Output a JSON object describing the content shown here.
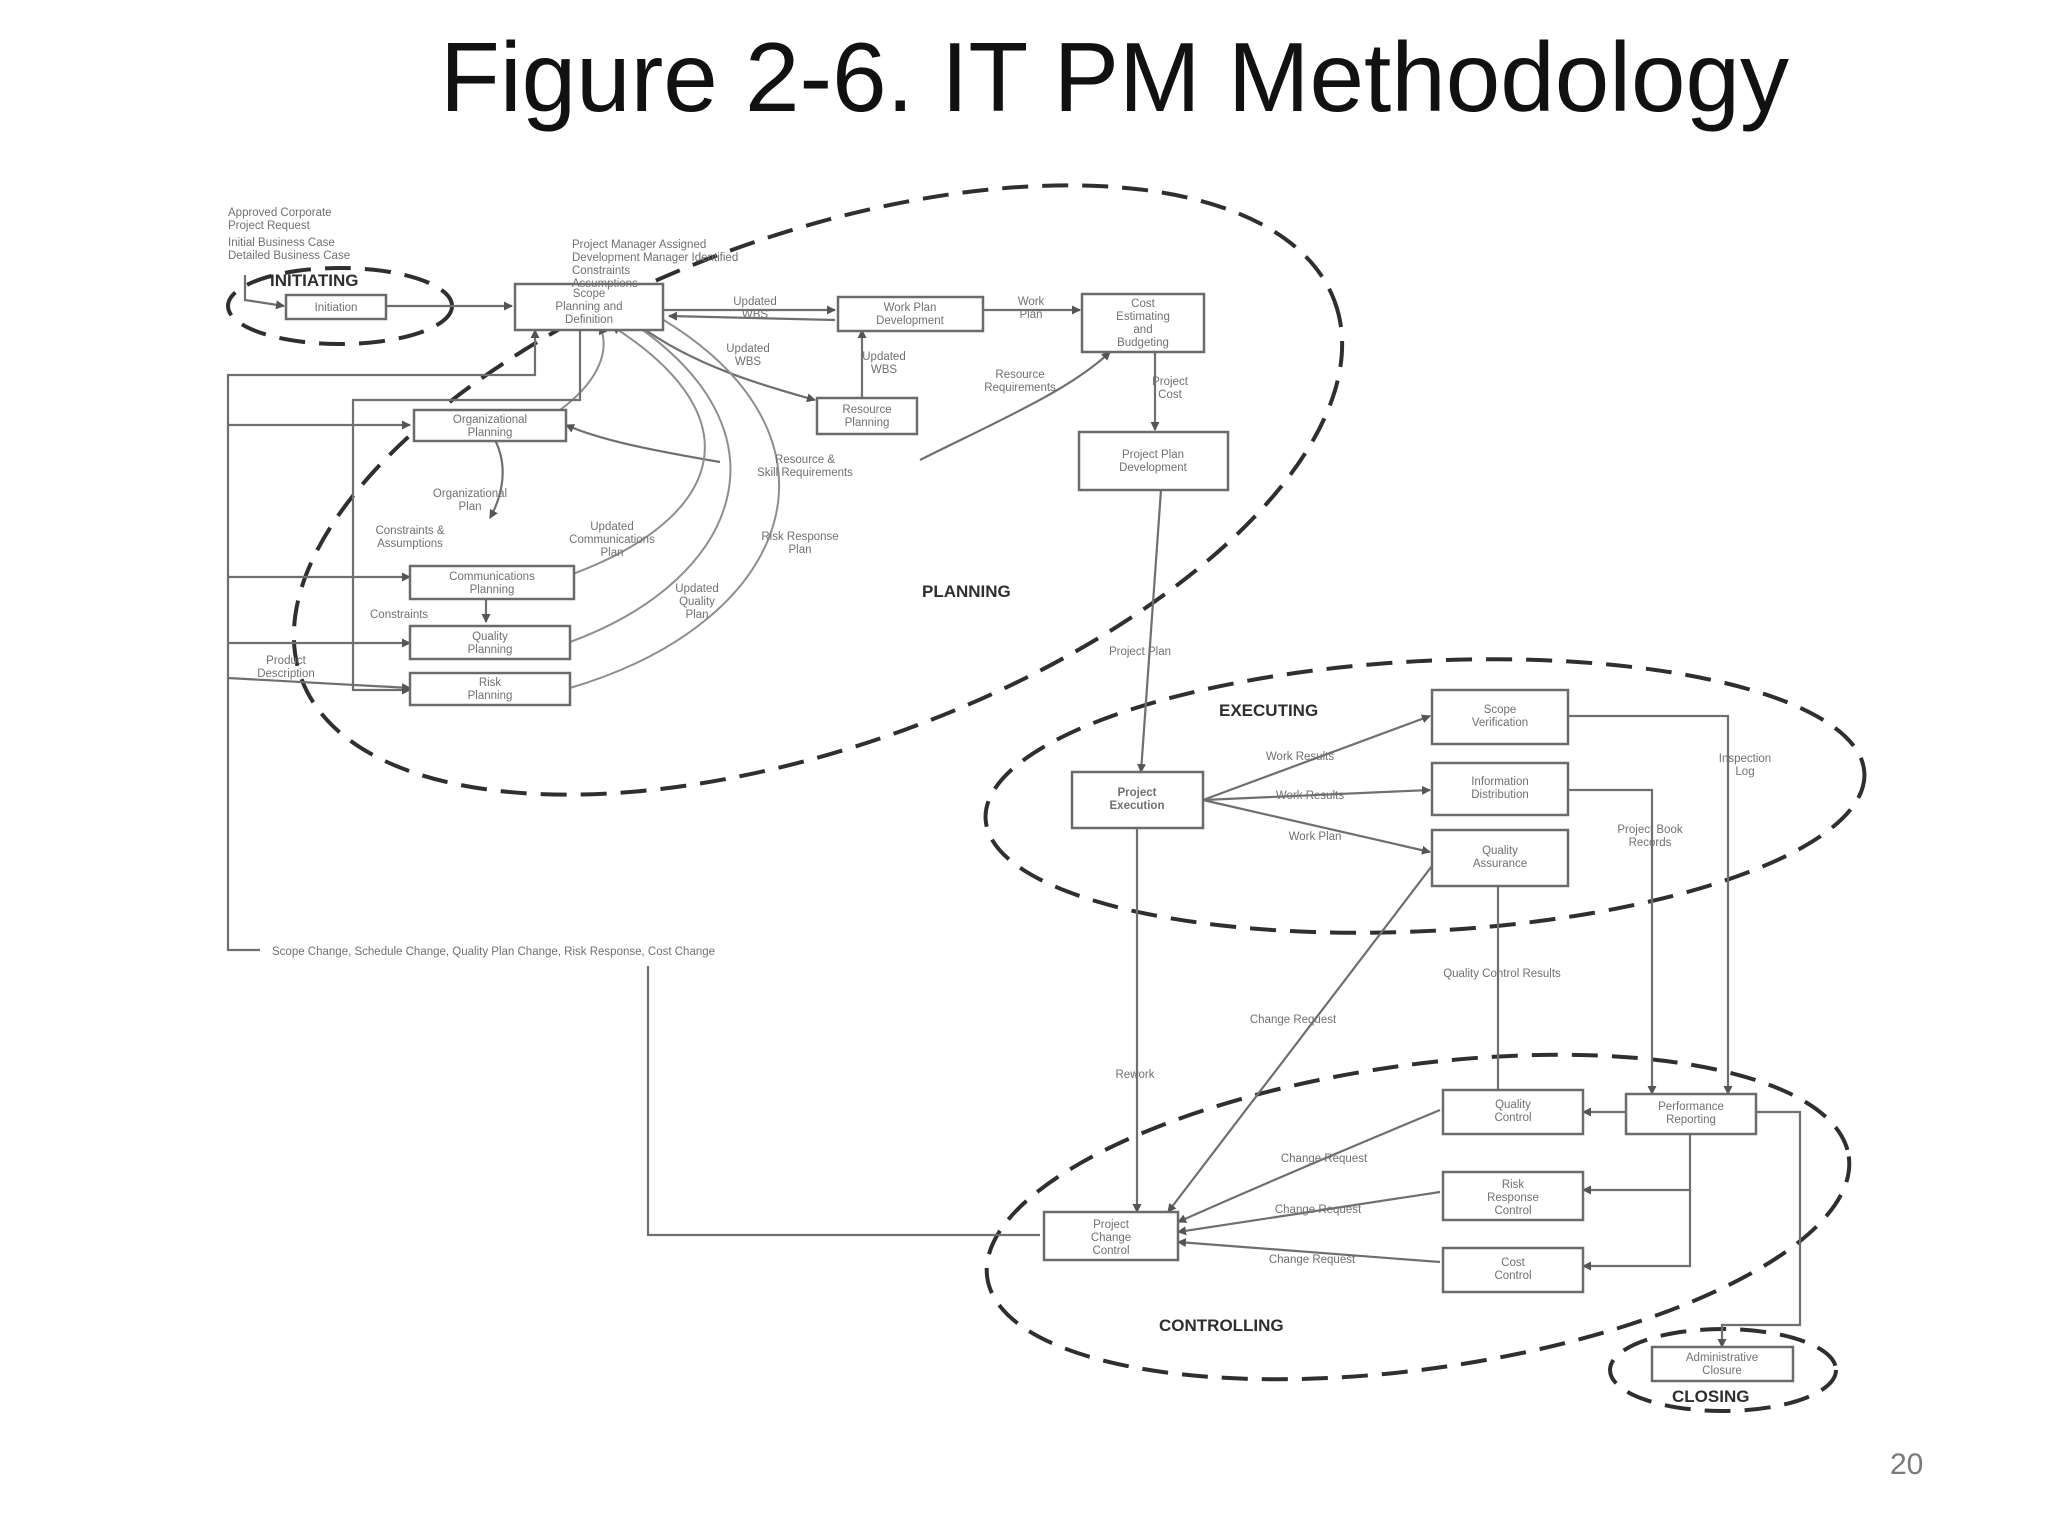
{
  "title": "Figure 2-6. IT PM Methodology",
  "page_number": "20",
  "phases": {
    "initiating": "INITIATING",
    "planning": "PLANNING",
    "executing": "EXECUTING",
    "controlling": "CONTROLLING",
    "closing": "CLOSING"
  },
  "processes": {
    "initiation": "Initiation",
    "scope_planning": [
      "Scope",
      "Planning and",
      "Definition"
    ],
    "work_plan": [
      "Work Plan",
      "Development"
    ],
    "cost_estimating": [
      "Cost",
      "Estimating",
      "and",
      "Budgeting"
    ],
    "resource_planning": [
      "Resource",
      "Planning"
    ],
    "organizational_planning": [
      "Organizational",
      "Planning"
    ],
    "project_plan_dev": [
      "Project Plan",
      "Development"
    ],
    "communications_planning": [
      "Communications",
      "Planning"
    ],
    "quality_planning": [
      "Quality",
      "Planning"
    ],
    "risk_planning": [
      "Risk",
      "Planning"
    ],
    "scope_verification": [
      "Scope",
      "Verification"
    ],
    "information_distribution": [
      "Information",
      "Distribution"
    ],
    "project_execution": [
      "Project",
      "Execution"
    ],
    "quality_assurance": [
      "Quality",
      "Assurance"
    ],
    "quality_control": [
      "Quality",
      "Control"
    ],
    "performance_reporting": [
      "Performance",
      "Reporting"
    ],
    "risk_response_control": [
      "Risk",
      "Response",
      "Control"
    ],
    "cost_control": [
      "Cost",
      "Control"
    ],
    "project_change_control": [
      "Project",
      "Change",
      "Control"
    ],
    "administrative_closure": [
      "Administrative",
      "Closure"
    ]
  },
  "labels": {
    "inputs": [
      "Approved Corporate",
      "Project Request",
      "Initial Business Case",
      "Detailed Business Case"
    ],
    "pm_assigned": [
      "Project Manager Assigned",
      "Development Manager Identified",
      "Constraints",
      "Assumptions"
    ],
    "updated_wbs_1": [
      "Updated",
      "WBS"
    ],
    "updated_wbs_2": [
      "Updated",
      "WBS"
    ],
    "updated_wbs_3": [
      "Updated",
      "WBS"
    ],
    "work_plan": [
      "Work",
      "Plan"
    ],
    "resource_requirements": [
      "Resource",
      "Requirements"
    ],
    "project_cost": [
      "Project",
      "Cost"
    ],
    "resource_skill": [
      "Resource &",
      "Skill Requirements"
    ],
    "organizational_plan": [
      "Organizational",
      "Plan"
    ],
    "constraints_assumptions": [
      "Constraints &",
      "Assumptions"
    ],
    "updated_comm_plan": [
      "Updated",
      "Communications",
      "Plan"
    ],
    "risk_response_plan": [
      "Risk Response",
      "Plan"
    ],
    "updated_quality_plan": [
      "Updated",
      "Quality",
      "Plan"
    ],
    "constraints": "Constraints",
    "product_description": [
      "Product",
      "Description"
    ],
    "project_plan": "Project Plan",
    "work_results_1": "Work Results",
    "work_results_2": "Work Results",
    "work_plan_exec": "Work Plan",
    "inspection_log": [
      "Inspection",
      "Log"
    ],
    "project_book_records": [
      "Project Book",
      "Records"
    ],
    "change_feedback": "Scope Change, Schedule Change, Quality Plan Change, Risk Response, Cost Change",
    "quality_control_results": "Quality Control Results",
    "change_request_1": "Change Request",
    "change_request_2": "Change Request",
    "change_request_3": "Change Request",
    "change_request_4": "Change Request",
    "rework": "Rework"
  },
  "colors": {
    "line": "#6f6f6f",
    "dash": "#2f2f2f",
    "text": "#707070",
    "title": "#111111"
  }
}
